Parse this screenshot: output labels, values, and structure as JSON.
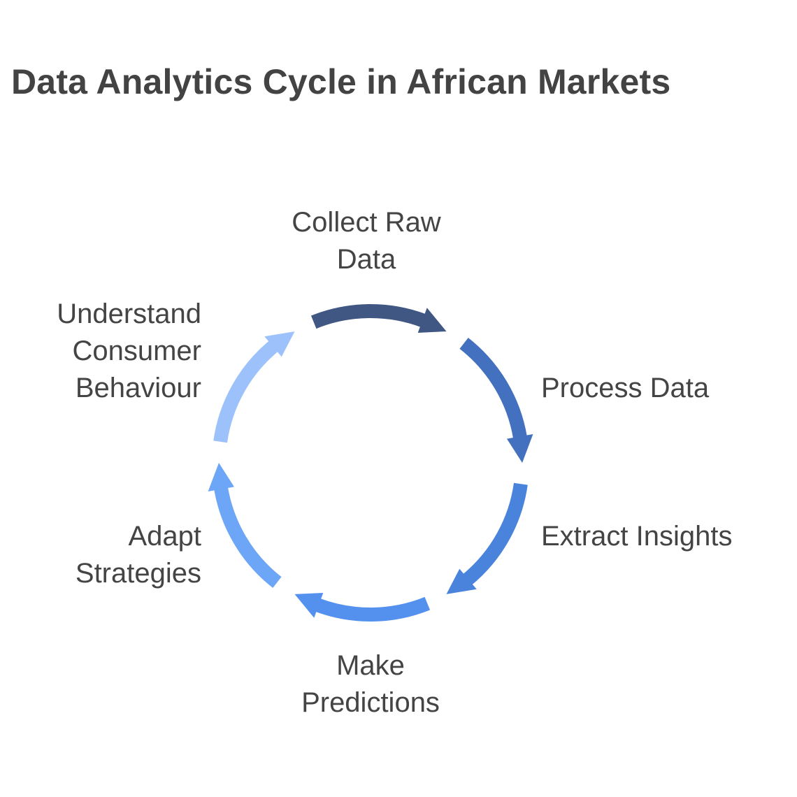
{
  "title": "Data Analytics Cycle in African Markets",
  "steps": [
    {
      "lines": [
        "Collect Raw",
        "Data"
      ],
      "color": "#3f5782"
    },
    {
      "lines": [
        "Process Data"
      ],
      "color": "#4470c0"
    },
    {
      "lines": [
        "Extract Insights"
      ],
      "color": "#4a83dc"
    },
    {
      "lines": [
        "Make",
        "Predictions"
      ],
      "color": "#5491ef"
    },
    {
      "lines": [
        "Adapt",
        "Strategies"
      ],
      "color": "#6ea6f7"
    },
    {
      "lines": [
        "Understand",
        "Consumer",
        "Behaviour"
      ],
      "color": "#9dc2fb"
    }
  ]
}
